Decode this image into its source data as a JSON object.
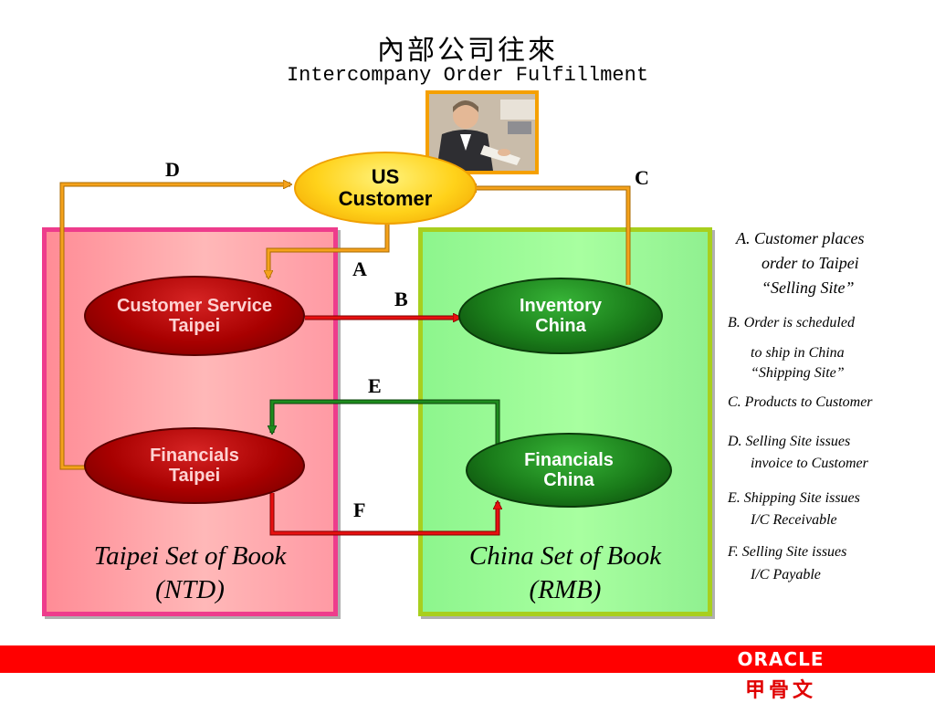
{
  "title": {
    "cn": "內部公司往來",
    "en": "Intercompany Order Fulfillment"
  },
  "nodes": {
    "us_customer": {
      "line1": "US",
      "line2": "Customer"
    },
    "cs_taipei": {
      "line1": "Customer Service",
      "line2": "Taipei"
    },
    "inventory_china": {
      "line1": "Inventory",
      "line2": "China"
    },
    "fin_taipei": {
      "line1": "Financials",
      "line2": "Taipei"
    },
    "fin_china": {
      "line1": "Financials",
      "line2": "China"
    }
  },
  "books": {
    "taipei": {
      "line1": "Taipei Set of Book",
      "line2": "(NTD)"
    },
    "china": {
      "line1": "China Set of Book",
      "line2": "(RMB)"
    }
  },
  "flow_labels": {
    "a": "A",
    "b": "B",
    "c": "C",
    "d": "D",
    "e": "E",
    "f": "F"
  },
  "legend": {
    "a1": "A. Customer places",
    "a2": "order to Taipei",
    "a3": "“Selling Site”",
    "b1": "B. Order is scheduled",
    "b2": "to ship in China",
    "b3": "“Shipping Site”",
    "c1": "C. Products to Customer",
    "d1": "D. Selling Site issues",
    "d2": "invoice to Customer",
    "e1": "E. Shipping Site issues",
    "e2": "I/C Receivable",
    "f1": "F. Selling Site issues",
    "f2": "I/C Payable"
  },
  "footer": {
    "brand": "ORACLE",
    "brand_cn": "甲骨文"
  },
  "colors": {
    "flow_orange": "#f5a21b",
    "flow_red": "#e81010",
    "flow_green": "#1e8c1e",
    "taipei_border": "#ee3c8c",
    "china_border": "#a8cf1e",
    "footer_red": "#ff0000"
  },
  "icons": {
    "photo": "businessman-at-keyboard-photo"
  }
}
